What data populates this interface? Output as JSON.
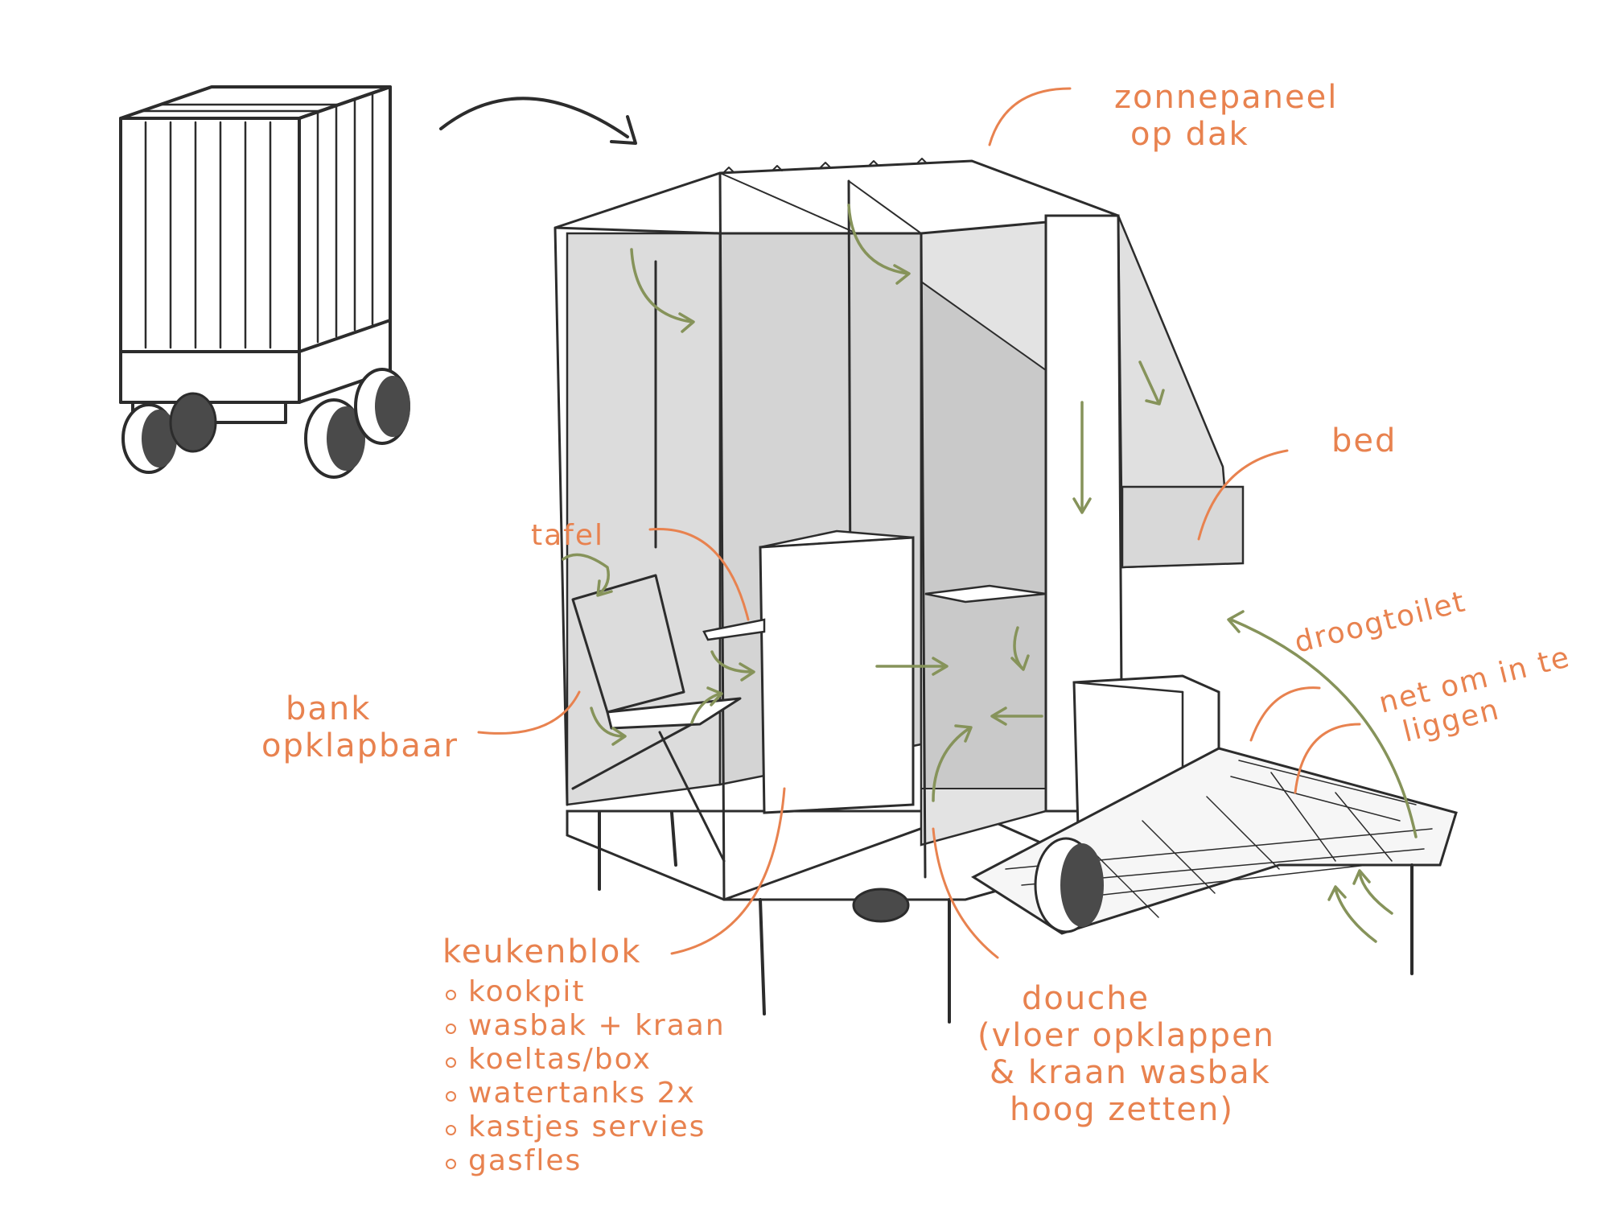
{
  "labels": {
    "solar": [
      "zonnepaneel",
      "op dak"
    ],
    "bed": "bed",
    "table": "tafel",
    "bench": [
      "bank",
      "opklapbaar"
    ],
    "toilet": "droogtoilet",
    "net": [
      "net om in te",
      "liggen"
    ],
    "kitchen": {
      "title": "keukenblok",
      "items": [
        "kookpit",
        "wasbak + kraan",
        "koeltas/box",
        "watertanks 2x",
        "kastjes servies",
        "gasfles"
      ]
    },
    "shower": [
      "douche",
      "(vloer opklappen",
      "& kraan wasbak",
      "hoog zetten)"
    ]
  },
  "colors": {
    "ink": "#2c2c2c",
    "annotation": "#e8824f",
    "arrow": "#86935a",
    "panel": "#dcdcdc",
    "panel_dark": "#c9c9c9",
    "wheel": "#4a4a4a"
  }
}
